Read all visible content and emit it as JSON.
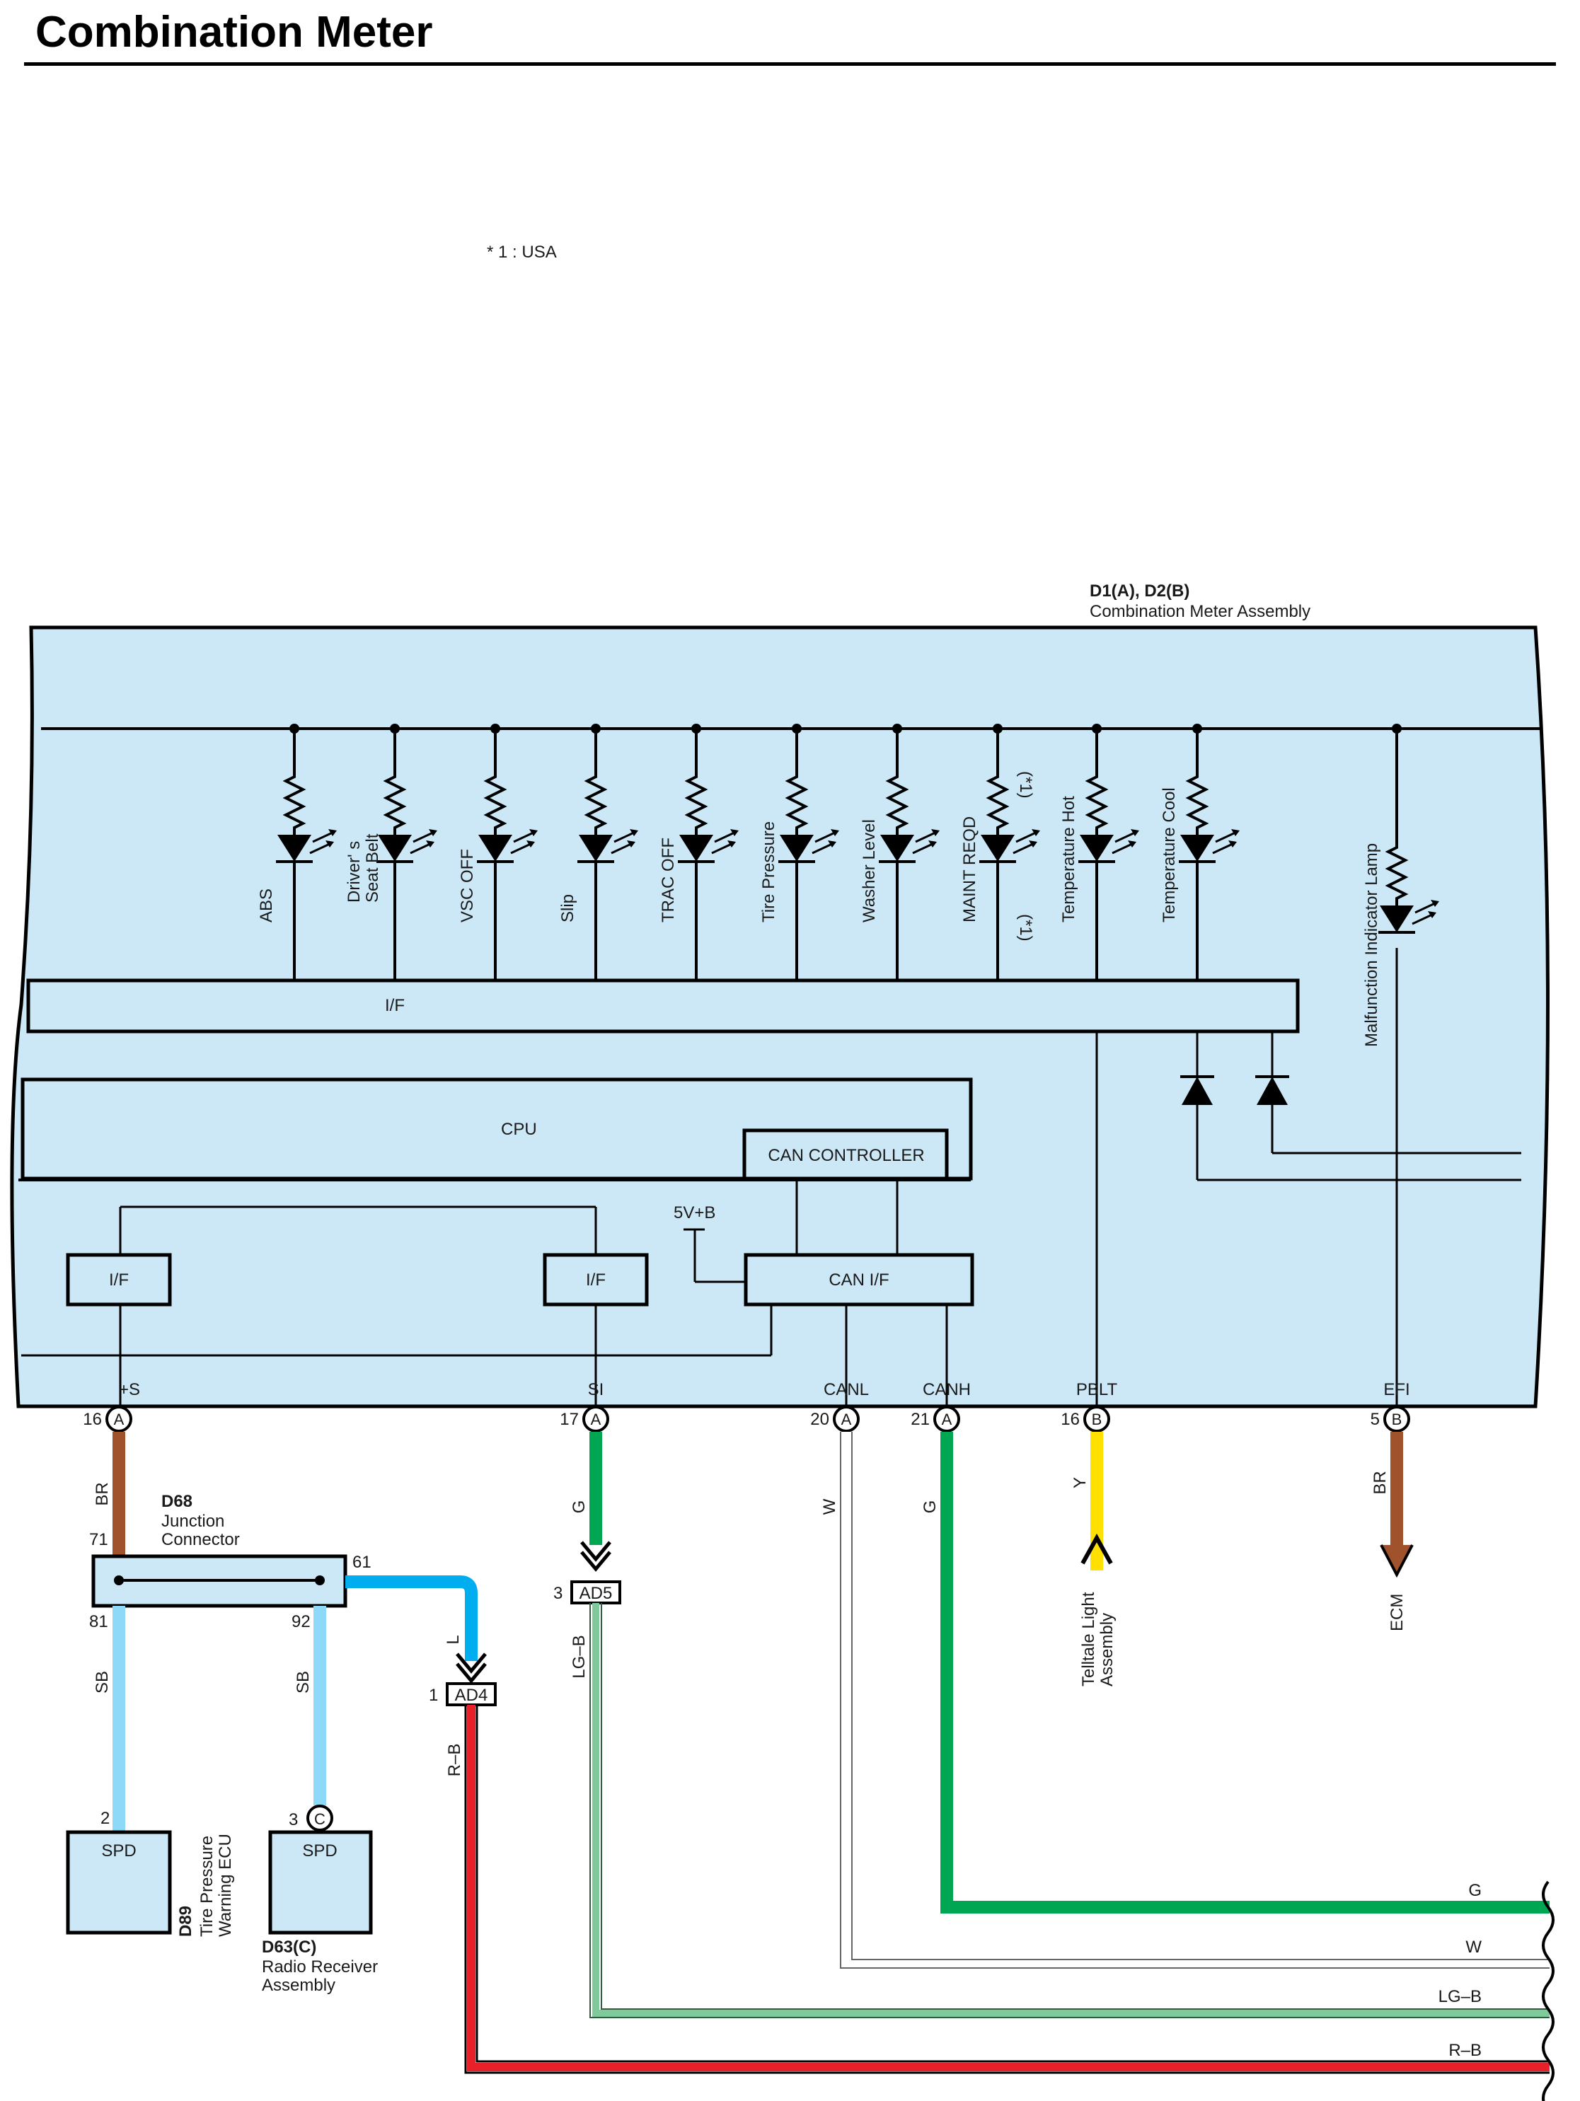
{
  "title": "Combination Meter",
  "footnote": "* 1 : USA",
  "assembly": {
    "id": "D1(A), D2(B)",
    "name": "Combination Meter Assembly"
  },
  "lamps": [
    {
      "label": "ABS"
    },
    {
      "label": "Driver' s",
      "label2": "Seat Belt"
    },
    {
      "label": "VSC OFF"
    },
    {
      "label": "Slip"
    },
    {
      "label": "TRAC OFF"
    },
    {
      "label": "Tire Pressure"
    },
    {
      "label": "Washer Level"
    },
    {
      "label": "MAINT REQD",
      "note_top": "(*1)",
      "note_bottom": "(*1)"
    },
    {
      "label": "Temperature Hot"
    },
    {
      "label": "Temperature Cool"
    },
    {
      "label": "Malfunction Indicator Lamp"
    }
  ],
  "blocks": {
    "if_bus": "I/F",
    "cpu": "CPU",
    "can_controller": "CAN CONTROLLER",
    "if_left": "I/F",
    "if_mid": "I/F",
    "can_if": "CAN I/F",
    "supply": "5V+B"
  },
  "terminals": [
    {
      "signal": "+S",
      "pin": "16",
      "conn": "A"
    },
    {
      "signal": "SI",
      "pin": "17",
      "conn": "A"
    },
    {
      "signal": "CANL",
      "pin": "20",
      "conn": "A"
    },
    {
      "signal": "CANH",
      "pin": "21",
      "conn": "A"
    },
    {
      "signal": "PBLT",
      "pin": "16",
      "conn": "B"
    },
    {
      "signal": "EFI",
      "pin": "5",
      "conn": "B"
    }
  ],
  "wires": {
    "br1": "BR",
    "g1": "G",
    "w1": "W",
    "g2": "G",
    "y1": "Y",
    "br2": "BR",
    "l1": "L",
    "sb1": "SB",
    "sb2": "SB",
    "lgb": "LG–B",
    "rb": "R–B"
  },
  "junction": {
    "id": "D68",
    "name1": "Junction",
    "name2": "Connector",
    "pin_in": "71",
    "pin_out": "61",
    "pin_a": "81",
    "pin_b": "92"
  },
  "connectors": {
    "ad5": {
      "id": "AD5",
      "pin": "3"
    },
    "ad4": {
      "id": "AD4",
      "pin": "1"
    }
  },
  "destinations": {
    "telltale1": "Telltale Light",
    "telltale2": "Assembly",
    "ecm": "ECM"
  },
  "ecus": {
    "tire": {
      "label": "SPD",
      "pin": "2",
      "id": "D89",
      "name1": "Tire Pressure",
      "name2": "Warning ECU"
    },
    "radio": {
      "label": "SPD",
      "pin": "3",
      "conn": "C",
      "id": "D63(C)",
      "name1": "Radio Receiver",
      "name2": "Assembly"
    }
  },
  "bus_right": [
    {
      "label": "G",
      "color": "#00a651"
    },
    {
      "label": "W",
      "color": "#ffffff"
    },
    {
      "label": "LG–B",
      "color": "#7fc99a"
    },
    {
      "label": "R–B",
      "color": "#e8202a"
    }
  ],
  "colors": {
    "panel": "#cce8f7",
    "br": "#a0522d",
    "g": "#00a651",
    "y": "#ffe000",
    "l": "#00aeef",
    "sb": "#8ed8f8",
    "lg": "#7fc99a",
    "r": "#e8202a"
  }
}
